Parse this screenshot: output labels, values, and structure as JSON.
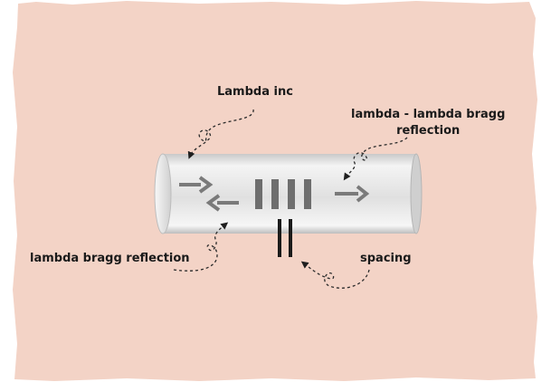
{
  "labels": {
    "lambda_inc": "Lambda  inc",
    "lambda_minus_bragg_line1": "lambda - lambda bragg",
    "lambda_minus_bragg_line2": "reflection",
    "lambda_bragg_reflection": "lambda bragg reflection",
    "spacing": "spacing"
  },
  "colors": {
    "background": "#f3d3c6",
    "fiber_light": "#f2f2f2",
    "fiber_mid": "#d9d9d9",
    "fiber_dark": "#b8b8b8",
    "arrow": "#7a7a7a",
    "grating": "#6e6e6e",
    "spacing_bars": "#1a1a1a",
    "callout": "#2a2a2a"
  },
  "grating": {
    "line_count": 4
  }
}
